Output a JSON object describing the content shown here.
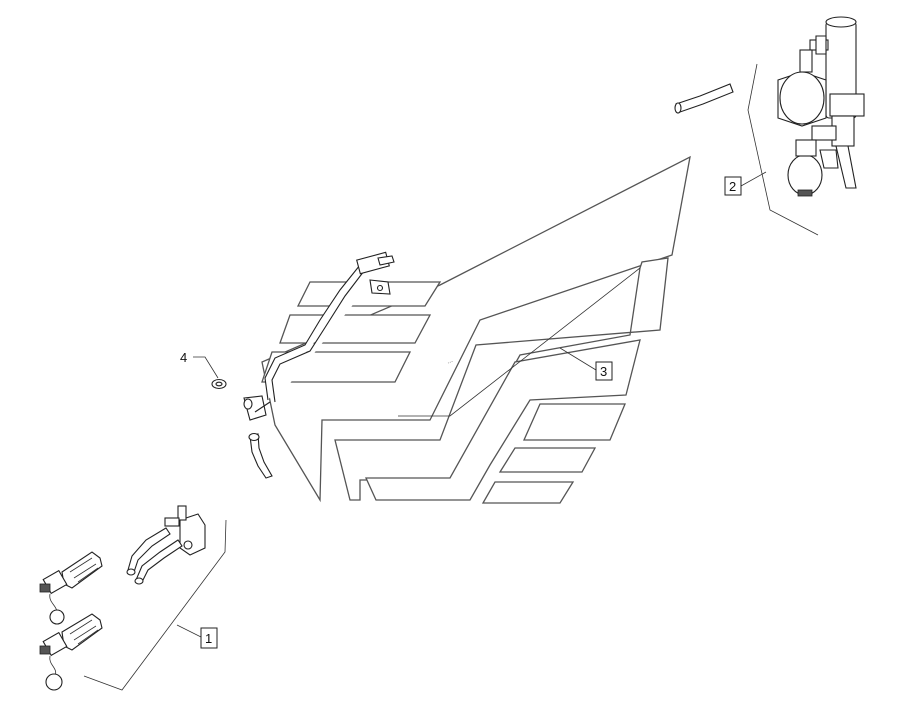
{
  "diagram": {
    "callouts": [
      {
        "id": "1",
        "label": "1",
        "boxed": true
      },
      {
        "id": "2",
        "label": "2",
        "boxed": true
      },
      {
        "id": "3",
        "label": "3",
        "boxed": true
      },
      {
        "id": "4",
        "label": "4",
        "boxed": false
      }
    ]
  },
  "colors": {
    "line": "#333333",
    "panel_outline": "#555555",
    "background": "#ffffff"
  },
  "icons": [
    "hydraulic-accumulator-assembly",
    "hose",
    "pipe",
    "washer",
    "elbow-fitting",
    "quick-coupler",
    "valve-block"
  ]
}
